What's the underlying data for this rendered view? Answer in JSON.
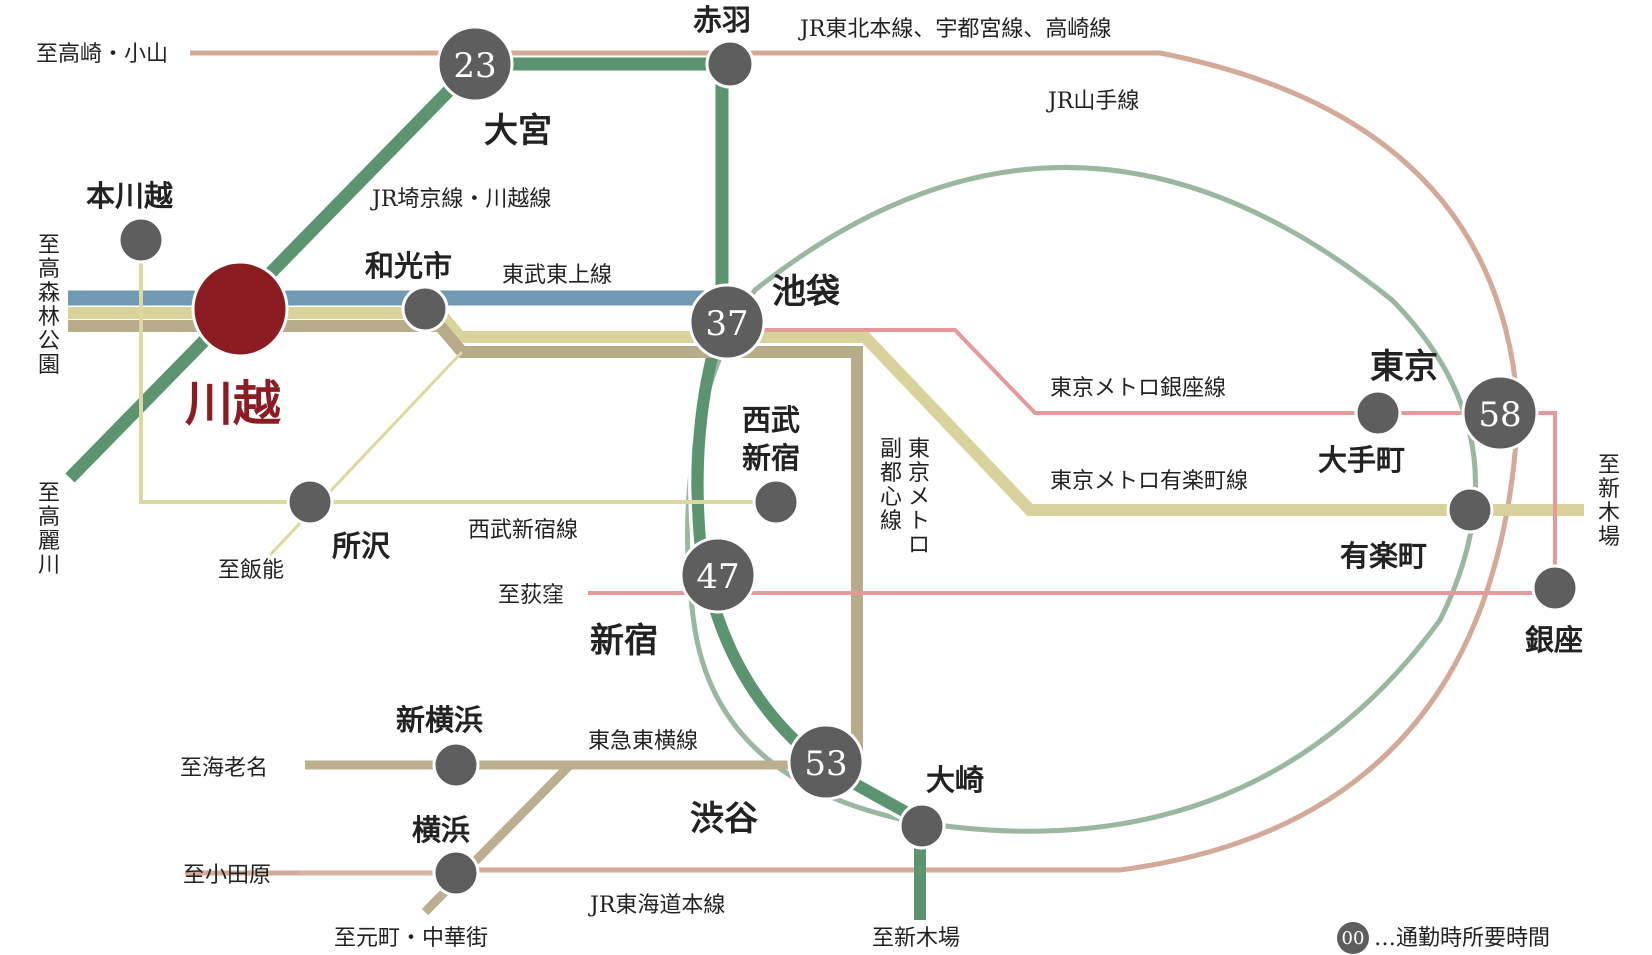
{
  "colors": {
    "jr_saikyo": "#5c9470",
    "jr_yamanote": "#9ab79f",
    "jr_tohoku": "#d3a998",
    "tobu_tojo": "#7099b2",
    "yurakucho": "#d9d39b",
    "fukutoshin": "#b8ab8a",
    "ginza": "#e5999a",
    "seibu": "#dcd8a0",
    "toyoko": "#bcae8e",
    "tokaido": "#d9b3a2",
    "station": "#5e5e5e",
    "kawagoe": "#8a1c22"
  },
  "main_station": {
    "name": "川越"
  },
  "stations": {
    "omiya": "大宮",
    "akabane": "赤羽",
    "hon_kawagoe": "本川越",
    "wakoshi": "和光市",
    "ikebukuro": "池袋",
    "tokyo": "東京",
    "otemachi": "大手町",
    "seibu_shinjuku": "西武新宿",
    "yurakucho": "有楽町",
    "tokorozawa": "所沢",
    "shinjuku": "新宿",
    "ginza": "銀座",
    "shin_yokohama": "新横浜",
    "yokohama": "横浜",
    "shibuya": "渋谷",
    "osaki": "大崎"
  },
  "times": {
    "omiya": "23",
    "ikebukuro": "37",
    "shinjuku": "47",
    "shibuya": "53",
    "tokyo": "58"
  },
  "lines": {
    "tohoku": "JR東北本線、宇都宮線、高崎線",
    "yamanote": "JR山手線",
    "saikyo": "JR埼京線・川越線",
    "tojo": "東武東上線",
    "ginza": "東京メトロ銀座線",
    "yurakucho": "東京メトロ有楽町線",
    "fukutoshin": "東京メトロ副都心線",
    "seibu_shinjuku": "西武新宿線",
    "toyoko": "東急東横線",
    "tokaido": "JR東海道本線"
  },
  "destinations": {
    "takasaki_oyama": "至高崎・小山",
    "takasaka_shinrin": "至高森林公園",
    "komagawa": "至高麗川",
    "hanno": "至飯能",
    "ogikubo": "至荻窪",
    "shinkiba_right": "至新木場",
    "ebina": "至海老名",
    "odawara": "至小田原",
    "motomachi": "至元町・中華街",
    "shinkiba_bottom": "至新木場"
  },
  "legend": {
    "badge": "00",
    "text": "…通勤時所要時間"
  }
}
